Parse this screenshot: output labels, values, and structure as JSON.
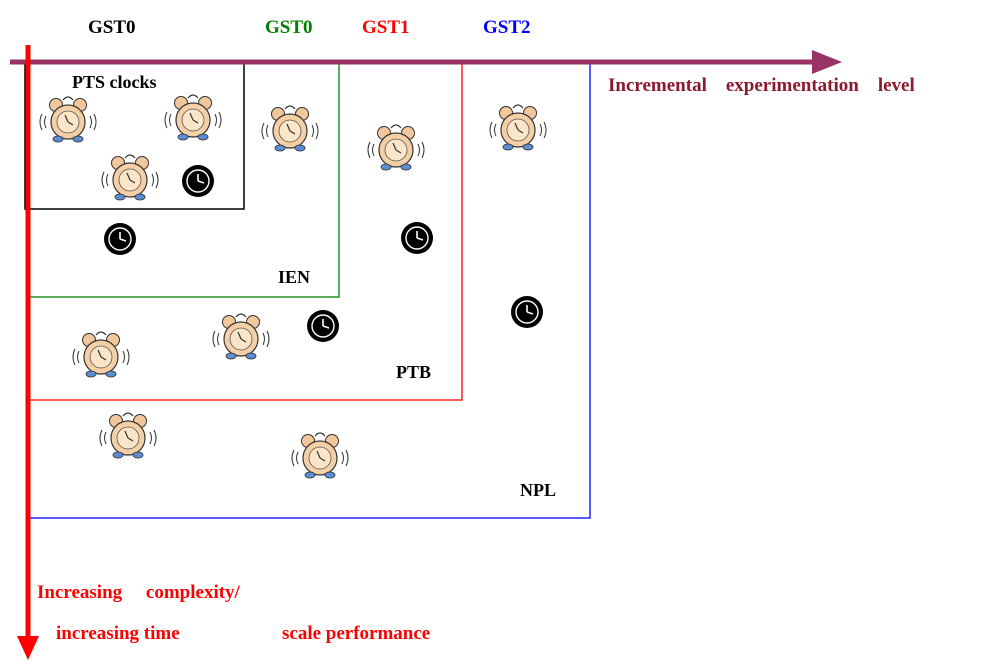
{
  "header_labels": [
    {
      "text": "GST0",
      "color": "#000000"
    },
    {
      "text": "GST0",
      "color": "#008000"
    },
    {
      "text": "GST1",
      "color": "#ff0000"
    },
    {
      "text": "GST2",
      "color": "#0000ff"
    }
  ],
  "axes": {
    "horizontal": {
      "label": "Incremental    experimentation    level",
      "color": "#8b1a2c"
    },
    "vertical": {
      "label_line1": "Increasing     complexity/",
      "label_line2a": "increasing time",
      "label_line2b": "scale performance",
      "color": "#ff0000"
    }
  },
  "boxes": {
    "pts": {
      "label": "PTS clocks",
      "color": "#000000"
    },
    "ien": {
      "label": "IEN",
      "color": "#008000"
    },
    "ptb": {
      "label": "PTB",
      "color": "#ff0000"
    },
    "npl": {
      "label": "NPL",
      "color": "#0000ff"
    }
  },
  "icons": {
    "alarm_clock": "alarm-clock-icon",
    "black_clock": "black-clock-icon"
  }
}
